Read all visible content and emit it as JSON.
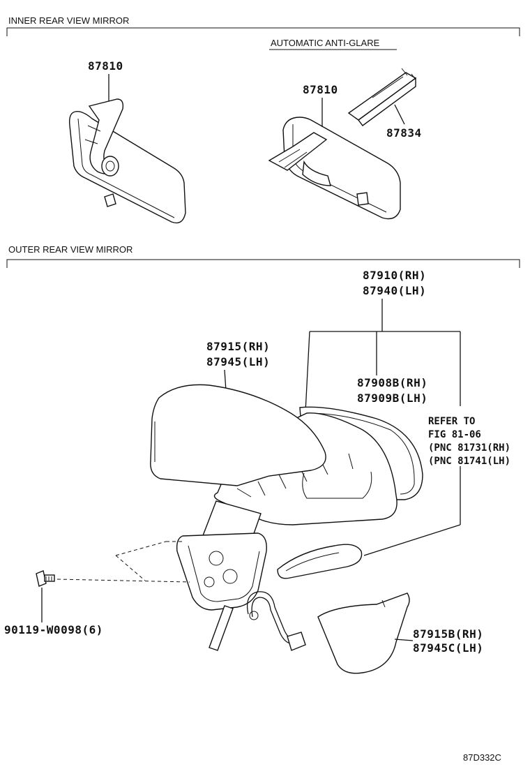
{
  "sections": {
    "inner": "INNER REAR VIEW MIRROR",
    "outer": "OUTER REAR VIEW MIRROR",
    "auto_antiglare": "AUTOMATIC ANTI-GLARE"
  },
  "labels": {
    "p87810_a": "87810",
    "p87810_b": "87810",
    "p87834": "87834",
    "p87910": "87910(RH)",
    "p87940": "87940(LH)",
    "p87915": "87915(RH)",
    "p87945": "87945(LH)",
    "p87908b": "87908B(RH)",
    "p87909b": "87909B(LH)",
    "refer_1": "REFER TO",
    "refer_2": "FIG 81-06",
    "refer_3": "(PNC 81731(RH)",
    "refer_4": "(PNC 81741(LH)",
    "p90119": "90119-W0098(6)",
    "p87915b": "87915B(RH)",
    "p87945c": "87945C(LH)",
    "figure_ref": "87D332C"
  }
}
